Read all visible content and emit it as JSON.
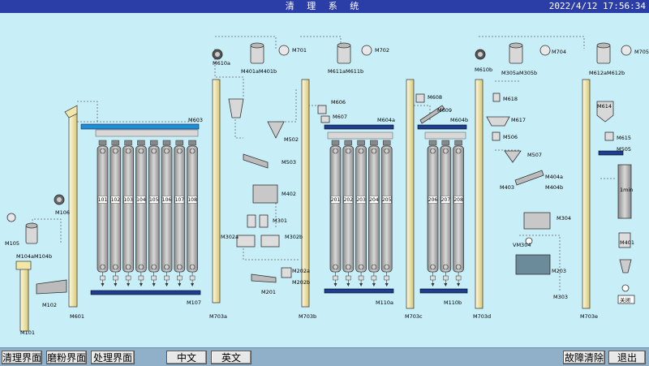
{
  "header": {
    "title": "清 理 系 统",
    "clock": "2022/4/12 17:56:34"
  },
  "colors": {
    "background": "#c8eef8",
    "title_bar": "#2b3ea8",
    "silo": "#a9a9a9",
    "elevator": "#f2e7a8",
    "conveyor": "#1c3f8f"
  },
  "buttons": {
    "cleaning": "清理界面",
    "milling": "磨粉界面",
    "processing": "处理界面",
    "chinese": "中文",
    "english": "英文",
    "fault_clear": "故障清除",
    "exit": "退出"
  },
  "silos_101": [
    "101",
    "102",
    "103",
    "104",
    "105",
    "106",
    "107",
    "108"
  ],
  "silos_201": [
    "201",
    "202",
    "203",
    "204",
    "205"
  ],
  "silos_206": [
    "206",
    "207",
    "208"
  ],
  "labels": {
    "M101": "M101",
    "M102": "M102",
    "M104a": "M104a",
    "M104b": "M104b",
    "M105": "M105",
    "M106": "M106",
    "M601": "M601",
    "M603": "M603",
    "M107": "M107",
    "M610a": "M610a",
    "M401a": "M401a",
    "M401b": "M401b",
    "M701": "M701",
    "M611a": "M611a",
    "M611b": "M611b",
    "M702": "M702",
    "M606": "M606",
    "M607": "M607",
    "M604a": "M604a",
    "M502": "M502",
    "M503": "M503",
    "M402": "M402",
    "M301": "M301",
    "M302a": "M302a",
    "M302b": "M302b",
    "M202a": "M202a",
    "M202b": "M202b",
    "M201": "M201",
    "M703a": "M703a",
    "M703b": "M703b",
    "M703c": "M703c",
    "M703d": "M703d",
    "M703e": "M703e",
    "M110a": "M110a",
    "M110b": "M110b",
    "M608": "M608",
    "M609": "M609",
    "M604b": "M604b",
    "M610b": "M610b",
    "M305a": "M305a",
    "M305b": "M305b",
    "M704": "M704",
    "M618": "M618",
    "M617": "M617",
    "M506": "M506",
    "M507": "M507",
    "M404a": "M404a",
    "M404b": "M404b",
    "M403": "M403",
    "M304": "M304",
    "VM304": "VM304",
    "M203": "M203",
    "M303": "M303",
    "M612a": "M612a",
    "M612b": "M612b",
    "M705": "M705",
    "M614": "M614",
    "M615": "M615",
    "M505": "M505",
    "M401": "M401",
    "scale": "1min",
    "off": "关闭"
  }
}
